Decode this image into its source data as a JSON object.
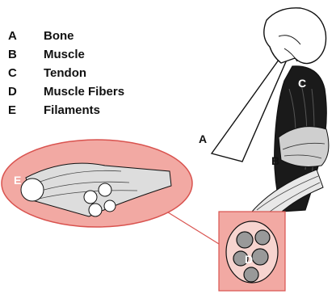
{
  "legend": [
    {
      "letter": "A",
      "text": "Bone"
    },
    {
      "letter": "B",
      "text": "Muscle"
    },
    {
      "letter": "C",
      "text": "Tendon"
    },
    {
      "letter": "D",
      "text": "Muscle Fibers"
    },
    {
      "letter": "E",
      "text": "Filaments"
    }
  ],
  "labels": {
    "A": "A",
    "B": "B",
    "C": "C",
    "D": "D",
    "E": "E"
  },
  "colors": {
    "highlight_fill": "#f2a9a3",
    "highlight_stroke": "#d9534f",
    "ink": "#111111",
    "muscle": "#1a1a1a"
  }
}
